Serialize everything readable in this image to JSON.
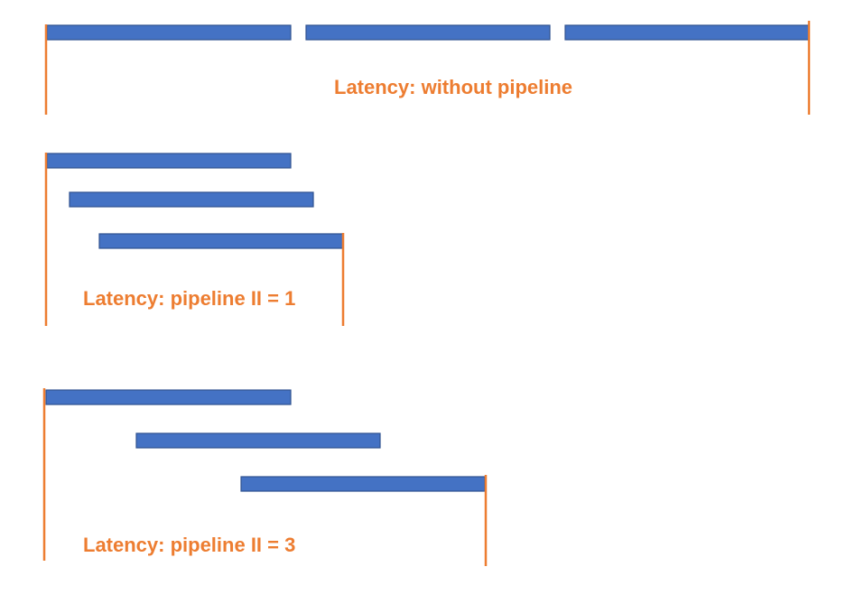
{
  "colors": {
    "bar_fill": "#4472c4",
    "bar_stroke": "#2f528f",
    "marker": "#ed7d31",
    "caption": "#ed7d31",
    "background": "#ffffff"
  },
  "scenarios": [
    {
      "caption": "Latency: without pipeline"
    },
    {
      "caption": "Latency: pipeline II = 1"
    },
    {
      "caption": "Latency: pipeline II = 3"
    }
  ]
}
